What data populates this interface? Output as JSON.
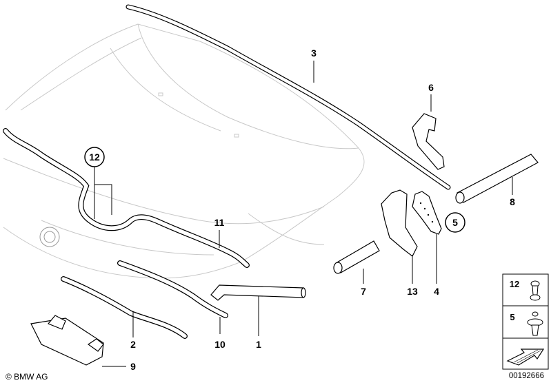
{
  "diagram": {
    "callouts": [
      {
        "id": "c1",
        "text": "1"
      },
      {
        "id": "c2",
        "text": "2"
      },
      {
        "id": "c3",
        "text": "3"
      },
      {
        "id": "c4",
        "text": "4"
      },
      {
        "id": "c5",
        "text": "5",
        "circled": true
      },
      {
        "id": "c6",
        "text": "6"
      },
      {
        "id": "c7",
        "text": "7"
      },
      {
        "id": "c8",
        "text": "8"
      },
      {
        "id": "c9",
        "text": "9"
      },
      {
        "id": "c10",
        "text": "10"
      },
      {
        "id": "c11",
        "text": "11"
      },
      {
        "id": "c12",
        "text": "12",
        "circled": true
      },
      {
        "id": "c13",
        "text": "13"
      }
    ],
    "legend": [
      {
        "text": "12",
        "icon": "push-rivet-icon"
      },
      {
        "text": "5",
        "icon": "expanding-rivet-icon"
      }
    ],
    "legend_arrow_icon": "direction-arrow-icon"
  },
  "footer": {
    "copyright": "© BMW AG",
    "doc_number": "00192666"
  }
}
